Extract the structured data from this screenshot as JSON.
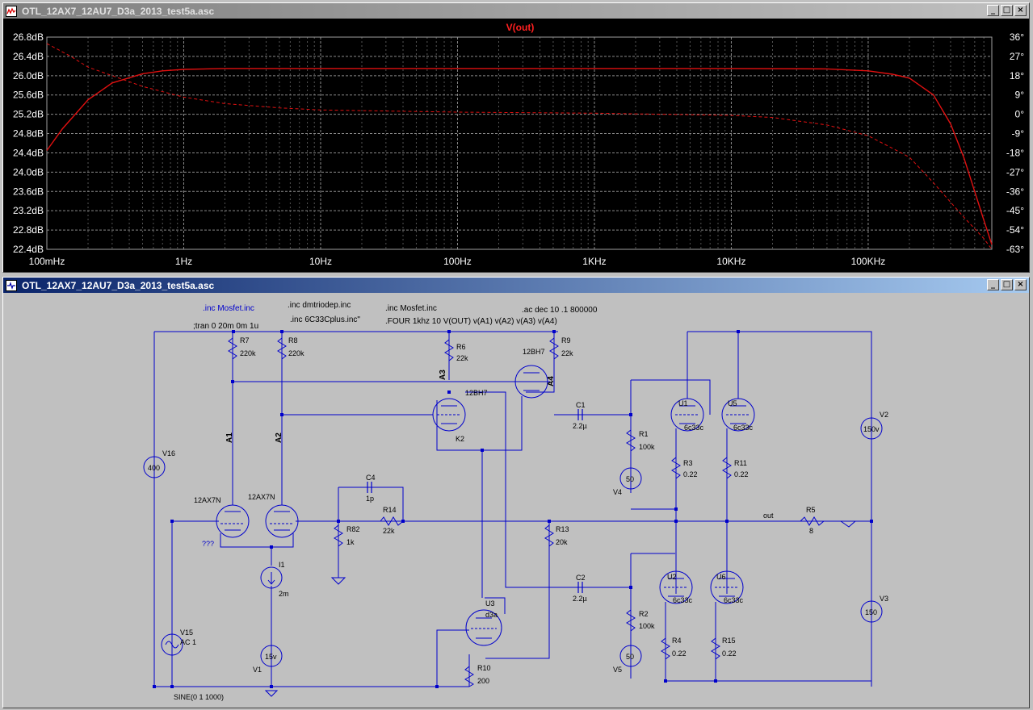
{
  "plot_window": {
    "title": "OTL_12AX7_12AU7_D3a_2013_test5a.asc",
    "trace_label": "V(out)",
    "controls": {
      "minimize": "_",
      "maximize": "□",
      "close": "×"
    }
  },
  "schematic_window": {
    "title": "OTL_12AX7_12AU7_D3a_2013_test5a.asc",
    "controls": {
      "minimize": "_",
      "maximize": "□",
      "close": "×"
    }
  },
  "chart_data": {
    "type": "line",
    "title": "V(out)",
    "x_scale": "log",
    "xlim": [
      0.1,
      800000
    ],
    "x_tick_labels": [
      "100mHz",
      "1Hz",
      "10Hz",
      "100Hz",
      "1KHz",
      "10KHz",
      "100KHz"
    ],
    "x_tick_values": [
      0.1,
      1,
      10,
      100,
      1000,
      10000,
      100000
    ],
    "ylim_left": [
      22.4,
      26.8
    ],
    "y_left_tick_labels": [
      "26.8dB",
      "26.4dB",
      "26.0dB",
      "25.6dB",
      "25.2dB",
      "24.8dB",
      "24.4dB",
      "24.0dB",
      "23.6dB",
      "23.2dB",
      "22.8dB",
      "22.4dB"
    ],
    "ylim_right": [
      -63,
      36
    ],
    "y_right_tick_labels": [
      "36°",
      "27°",
      "18°",
      "9°",
      "0°",
      "-9°",
      "-18°",
      "-27°",
      "-36°",
      "-45°",
      "-54°",
      "-63°"
    ],
    "grid": true,
    "series": [
      {
        "name": "magnitude",
        "axis": "left",
        "style": "solid",
        "color": "#e01010",
        "x": [
          0.1,
          0.13,
          0.2,
          0.3,
          0.5,
          0.7,
          1,
          2,
          5,
          10,
          100,
          1000,
          10000,
          50000,
          100000,
          150000,
          200000,
          300000,
          400000,
          500000,
          600000,
          700000,
          800000
        ],
        "y": [
          24.45,
          24.9,
          25.5,
          25.85,
          26.04,
          26.1,
          26.13,
          26.15,
          26.15,
          26.15,
          26.15,
          26.15,
          26.15,
          26.14,
          26.1,
          26.03,
          25.95,
          25.6,
          25.0,
          24.3,
          23.6,
          23.0,
          22.5
        ]
      },
      {
        "name": "phase",
        "axis": "right",
        "style": "dashed",
        "color": "#e01010",
        "x": [
          0.1,
          0.15,
          0.2,
          0.3,
          0.5,
          1,
          2,
          5,
          10,
          100,
          1000,
          10000,
          20000,
          50000,
          100000,
          200000,
          300000,
          500000,
          700000,
          800000
        ],
        "y": [
          33,
          27,
          22,
          18,
          13,
          8,
          5,
          3,
          2,
          1,
          0.5,
          -0.5,
          -1.5,
          -5,
          -10,
          -20,
          -32,
          -48,
          -58,
          -63
        ]
      }
    ]
  },
  "schematic": {
    "directives": [
      ".inc Mosfet.inc",
      ".inc dmtriodep.inc",
      ".inc 6C33Cplus.inc\"",
      ".inc Mosfet.inc",
      ".FOUR 1khz 10 V(OUT) v(A1) v(A2)  v(A3) v(A4)",
      ".ac dec 10 .1 800000",
      ";tran 0 20m 0m 1u"
    ],
    "labels": [
      "R7",
      "220k",
      "R8",
      "220k",
      "R6",
      "22k",
      "R9",
      "22k",
      "12BH7",
      "12BH7",
      "A3",
      "A4",
      "A1",
      "A2",
      "K2",
      "C1",
      "2.2µ",
      "R1",
      "100k",
      "V4",
      "50",
      "U1",
      "6c33c",
      "U5",
      "6c33c",
      "R3",
      "0.22",
      "R11",
      "0.22",
      "V2",
      "150v",
      "V16",
      "400",
      "12AX7N",
      "12AX7N",
      "C4",
      "1p",
      "R14",
      "22k",
      "R82",
      "1k",
      "R13",
      "20k",
      "out",
      "R5",
      "8",
      "???",
      "I1",
      "2m",
      "C2",
      "2.2µ",
      "U2",
      "6c33c",
      "U6",
      "6c33c",
      "R2",
      "100k",
      "V5",
      "50",
      "R4",
      "0.22",
      "R15",
      "0.22",
      "V3",
      "150",
      "V15",
      "AC 1",
      "V1",
      "15v",
      "U3",
      "d3a",
      "R10",
      "200",
      "SINE(0 1 1000)"
    ]
  }
}
